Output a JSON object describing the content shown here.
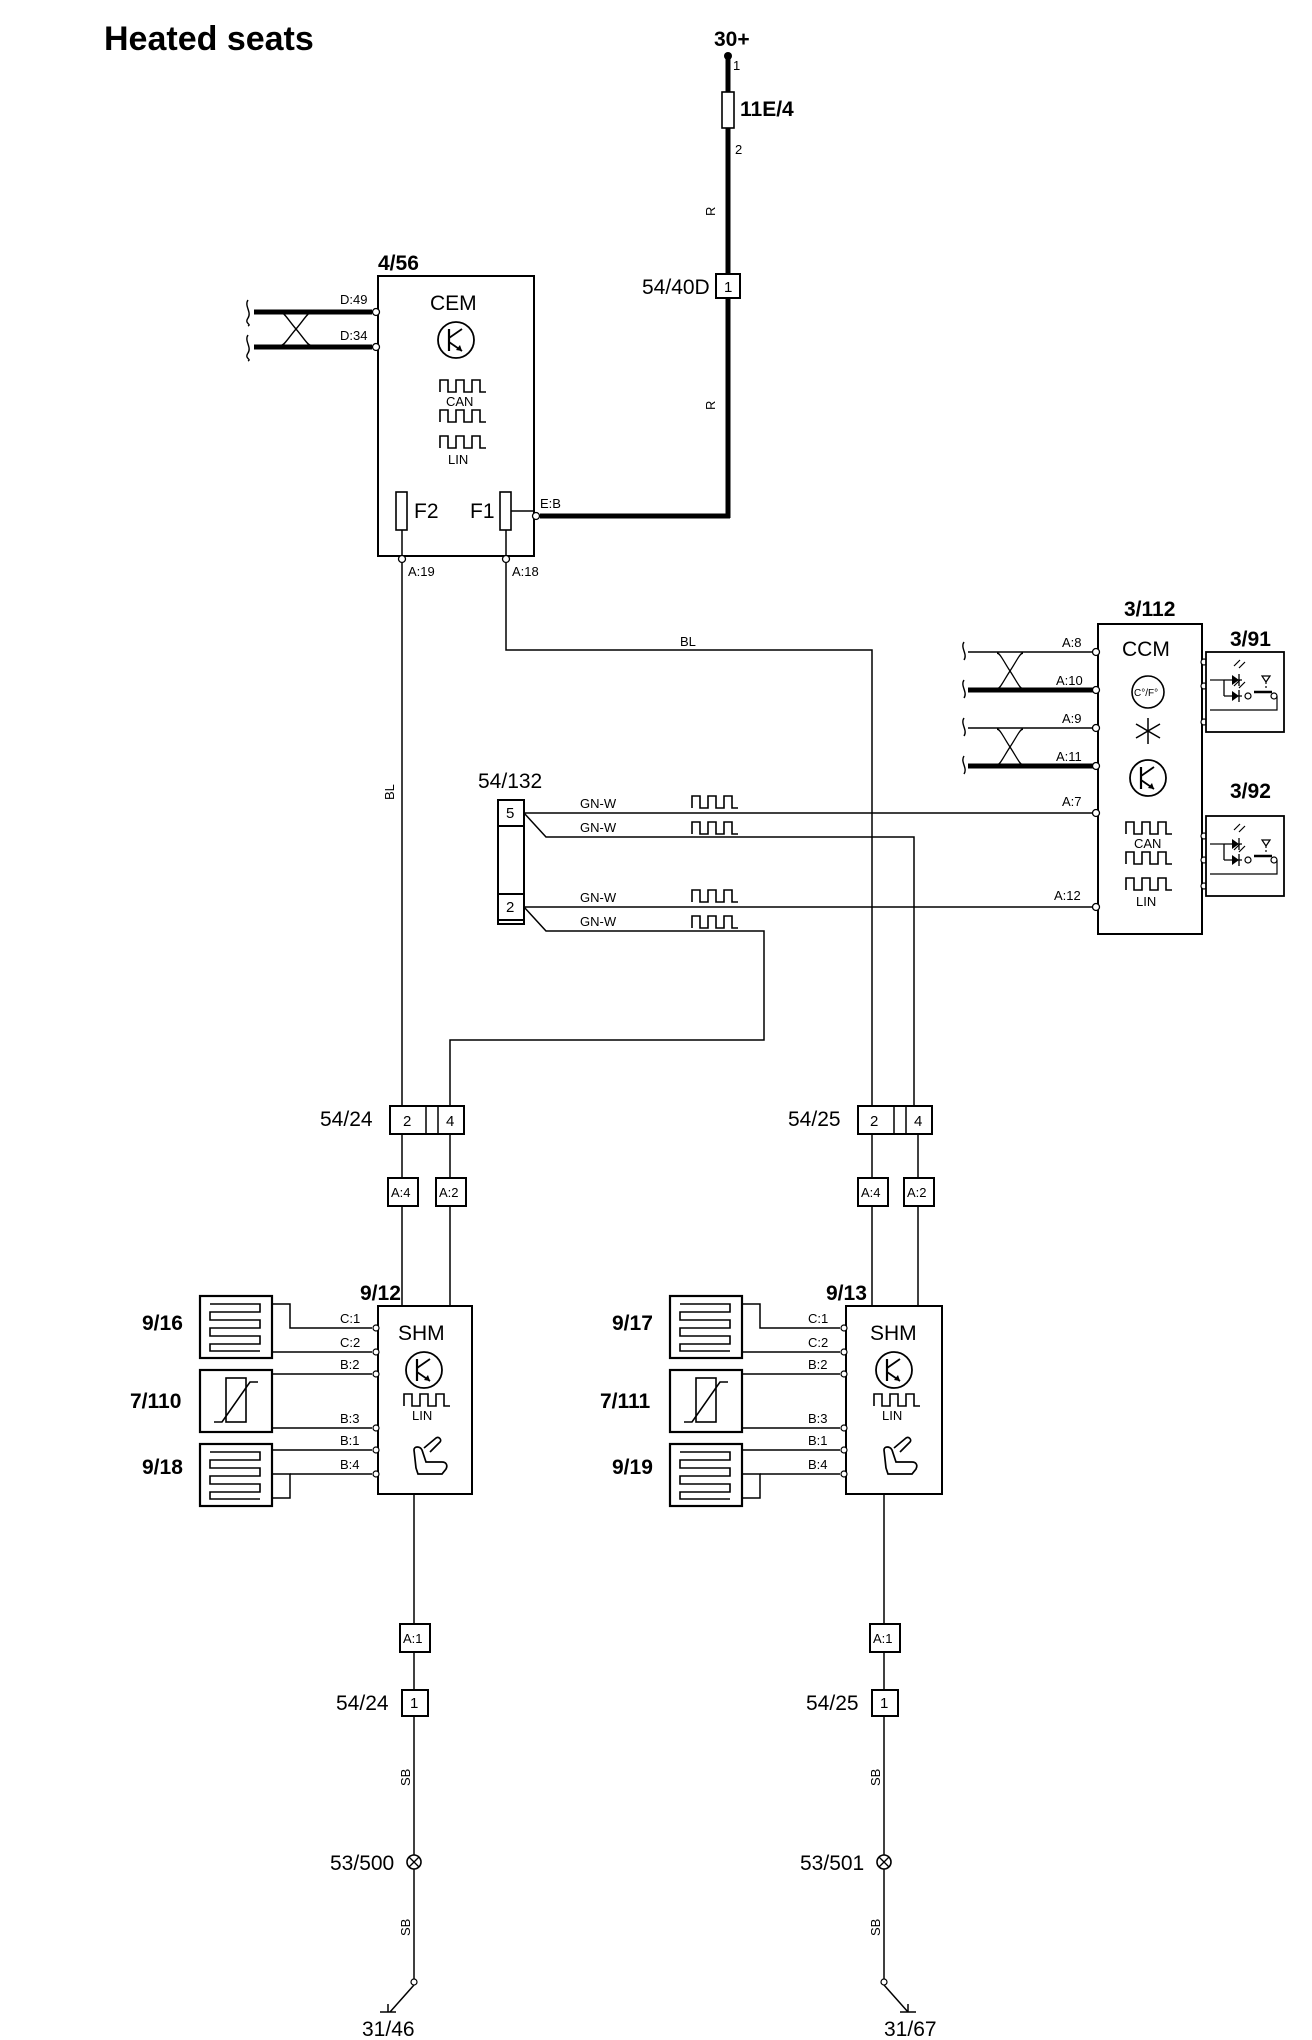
{
  "title": "Heated seats",
  "power": {
    "supply": "30+",
    "fuse": "11E/4",
    "fuse_pin_in": "1",
    "fuse_pin_out": "2",
    "wire_color": "R"
  },
  "cem": {
    "id": "4/56",
    "name": "CEM",
    "can": "CAN",
    "lin": "LIN",
    "fuse_left": "F2",
    "fuse_right": "F1",
    "pins": {
      "d49": "D:49",
      "d34": "D:34",
      "eb": "E:B",
      "a19": "A:19",
      "a18": "A:18"
    }
  },
  "connector_54_40D": {
    "id": "54/40D",
    "pin": "1"
  },
  "connector_54_132": {
    "id": "54/132",
    "pin_top": "5",
    "pin_bottom": "2"
  },
  "bus_wire_color": "GN-W",
  "ccm": {
    "id": "3/112",
    "name": "CCM",
    "temp_symbol": "C°/F°",
    "can": "CAN",
    "lin": "LIN",
    "pins": {
      "a8": "A:8",
      "a10": "A:10",
      "a9": "A:9",
      "a11": "A:11",
      "a7": "A:7",
      "a12": "A:12"
    }
  },
  "switch_top": "3/91",
  "switch_bottom": "3/92",
  "wire_bl": "BL",
  "wire_sb": "SB",
  "left_seat": {
    "module_id": "9/12",
    "module_name": "SHM",
    "lin": "LIN",
    "connector_top": "54/24",
    "pin_a": "2",
    "pin_b": "4",
    "inline_a": "A:4",
    "inline_b": "A:2",
    "element_top": "9/16",
    "sensor": "7/110",
    "element_bottom": "9/18",
    "pins": {
      "c1": "C:1",
      "c2": "C:2",
      "b2": "B:2",
      "b3": "B:3",
      "b1": "B:1",
      "b4": "B:4"
    },
    "ground_inline": "A:1",
    "connector_bottom": "54/24",
    "connector_bottom_pin": "1",
    "splice": "53/500",
    "ground": "31/46"
  },
  "right_seat": {
    "module_id": "9/13",
    "module_name": "SHM",
    "lin": "LIN",
    "connector_top": "54/25",
    "pin_a": "2",
    "pin_b": "4",
    "inline_a": "A:4",
    "inline_b": "A:2",
    "element_top": "9/17",
    "sensor": "7/111",
    "element_bottom": "9/19",
    "pins": {
      "c1": "C:1",
      "c2": "C:2",
      "b2": "B:2",
      "b3": "B:3",
      "b1": "B:1",
      "b4": "B:4"
    },
    "ground_inline": "A:1",
    "connector_bottom": "54/25",
    "connector_bottom_pin": "1",
    "splice": "53/501",
    "ground": "31/67"
  }
}
